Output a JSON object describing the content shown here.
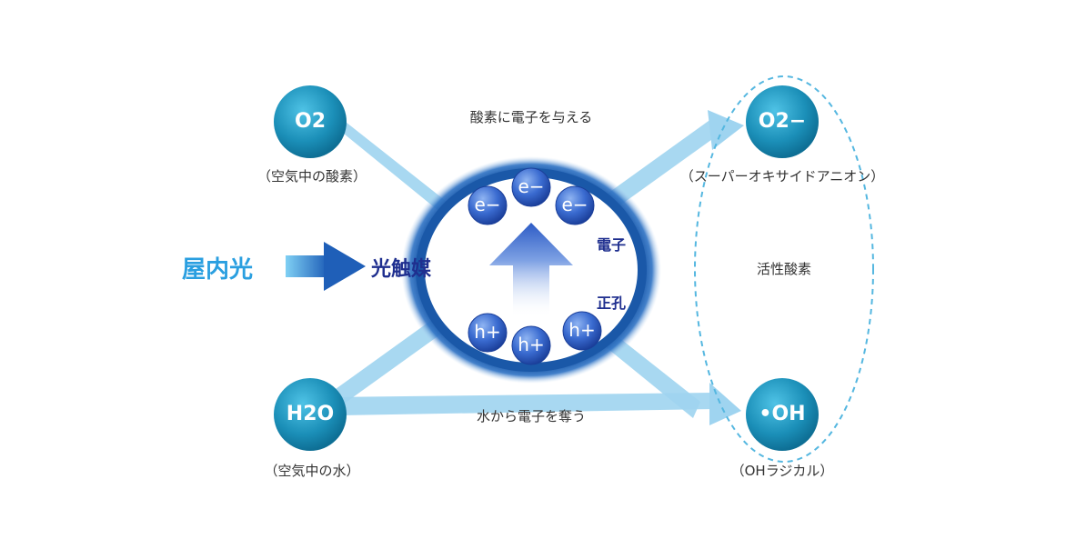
{
  "diagram": {
    "molecules": {
      "o2": "O2",
      "h2o": "H2O",
      "superoxide": "O2−",
      "hydroxyl": "•OH"
    },
    "captions": {
      "o2_source": "（空気中の酸素）",
      "h2o_source": "（空気中の水）",
      "superoxide_name": "（スーパーオキサイドアニオン）",
      "hydroxyl_name": "（OHラジカル）"
    },
    "arrows": {
      "top_label": "酸素に電子を与える",
      "bottom_label": "水から電子を奪う"
    },
    "light": {
      "source": "屋内光",
      "catalyst": "光触媒"
    },
    "particles": {
      "electron": "e−",
      "hole": "h+",
      "electron_label": "電子",
      "hole_label": "正孔"
    },
    "active_oxygen_label": "活性酸素",
    "colors": {
      "molecule": "#1b8fb8",
      "arrow": "#9fd4f0",
      "ring": "#1a58a8",
      "particle": "#2c5cc0",
      "dashed": "#55b7e0",
      "text_navy": "#1f2f8f",
      "text_blue": "#2a9fe0"
    }
  }
}
